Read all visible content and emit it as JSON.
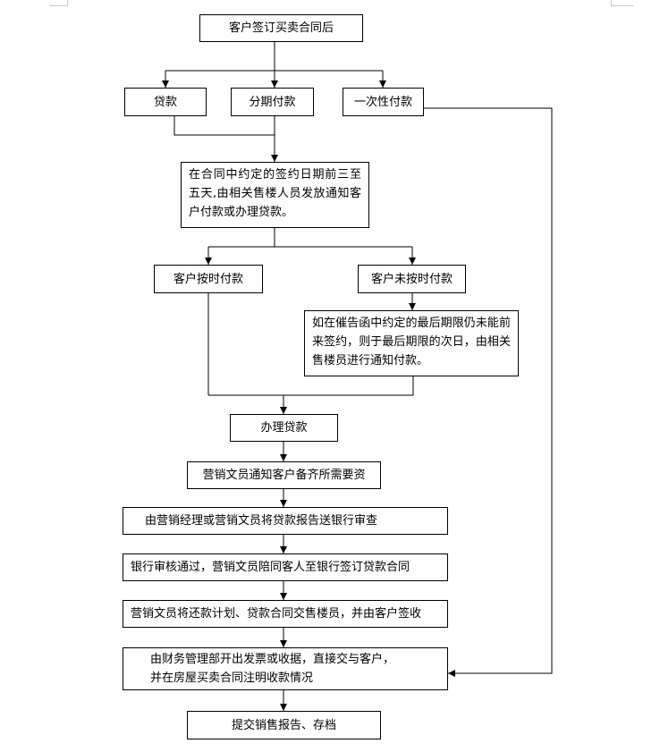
{
  "flowchart": {
    "start": "客户签订买卖合同后",
    "loan": "贷款",
    "installment": "分期付款",
    "one_time": "一次性付款",
    "notice": "在合同中约定的签约日期前三至五天,由相关售楼人员发放通知客户付款或办理贷款。",
    "on_time": "客户按时付款",
    "not_on_time": "客户未按时付款",
    "final_deadline": "如在催告函中约定的最后期限仍未能前来签约，则于最后期限的次日，由相关售楼员进行通知付款。",
    "handle_loan": "办理贷款",
    "prepare_docs": "营销文员通知客户备齐所需要资",
    "bank_review": "由营销经理或营销文员将贷款报告送银行审查",
    "bank_approved": "银行审核通过，营销文员陪同客人至银行签订贷款合同",
    "repayment": "营销文员将还款计划、贷款合同交售楼员，并由客户签收",
    "invoice_line1": "由财务管理部开出发票或收据，直接交与客户，",
    "invoice_line2": "并在房屋买卖合同注明收款情况",
    "report": "提交销售报告、存档"
  },
  "colors": {
    "line": "#000000",
    "box_border": "#000000",
    "background": "#ffffff"
  }
}
